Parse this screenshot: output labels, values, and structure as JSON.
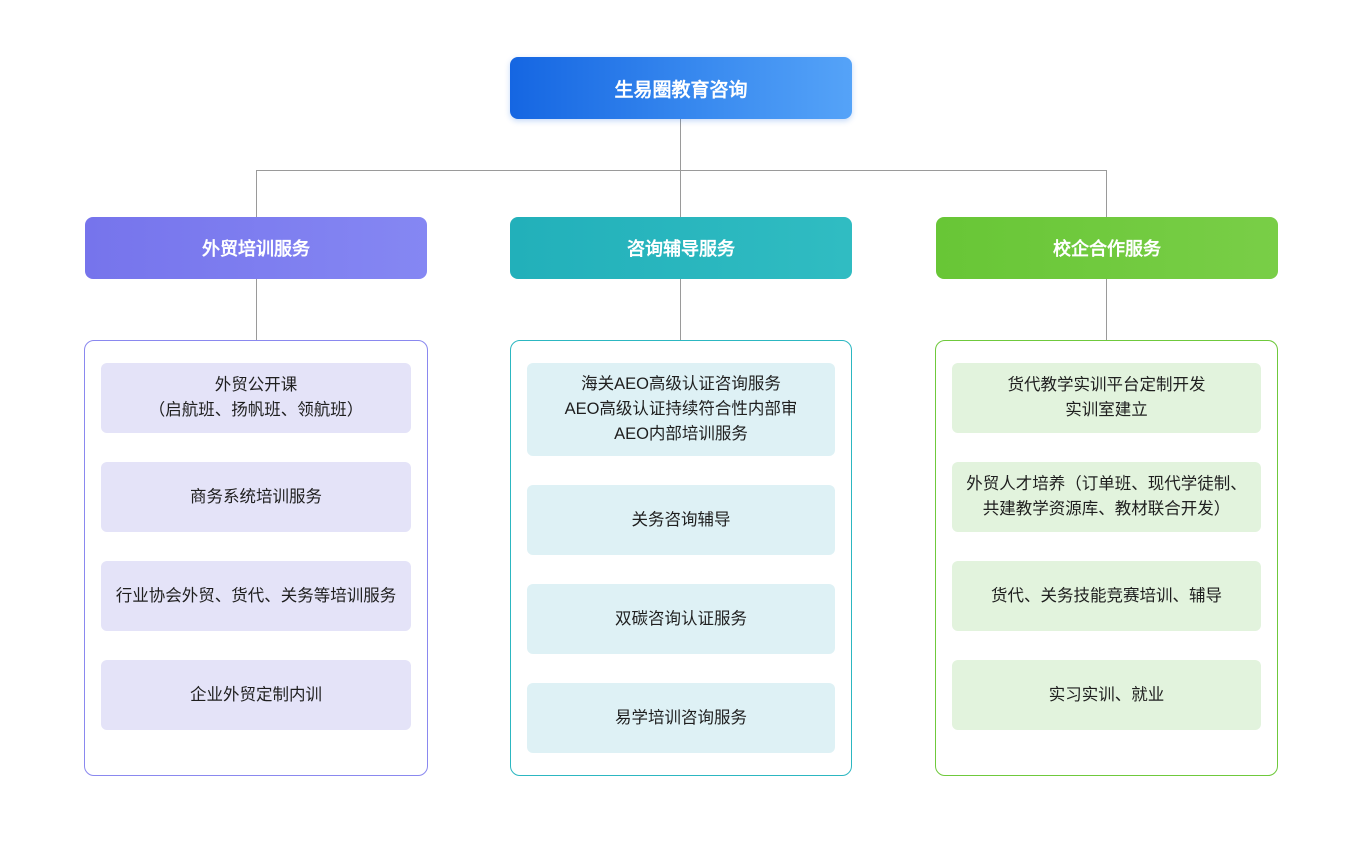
{
  "root": {
    "label": "生易圈教育咨询"
  },
  "branches": [
    {
      "label": "外贸培训服务",
      "items": [
        {
          "text": "外贸公开课\n（启航班、扬帆班、领航班）"
        },
        {
          "text": "商务系统培训服务"
        },
        {
          "text": "行业协会外贸、货代、关务等培训服务"
        },
        {
          "text": "企业外贸定制内训"
        }
      ]
    },
    {
      "label": "咨询辅导服务",
      "items": [
        {
          "text": "海关AEO高级认证咨询服务\nAEO高级认证持续符合性内部审\nAEO内部培训服务"
        },
        {
          "text": "关务咨询辅导"
        },
        {
          "text": "双碳咨询认证服务"
        },
        {
          "text": "易学培训咨询服务"
        }
      ]
    },
    {
      "label": "校企合作服务",
      "items": [
        {
          "text": "货代教学实训平台定制开发\n实训室建立"
        },
        {
          "text": "外贸人才培养（订单班、现代学徒制、共建教学资源库、教材联合开发）"
        },
        {
          "text": "货代、关务技能竞赛培训、辅导"
        },
        {
          "text": "实习实训、就业"
        }
      ]
    }
  ],
  "colors": {
    "root_gradient_start": "#1566e2",
    "root_gradient_end": "#55a3f8",
    "branch1_header": "#7c7bf0",
    "branch2_header": "#27b5bf",
    "branch3_header": "#70ca3d",
    "branch1_item_bg": "#e4e3f8",
    "branch2_item_bg": "#def1f5",
    "branch3_item_bg": "#e2f3dd",
    "connector": "#9a9a9a",
    "background": "#ffffff"
  }
}
